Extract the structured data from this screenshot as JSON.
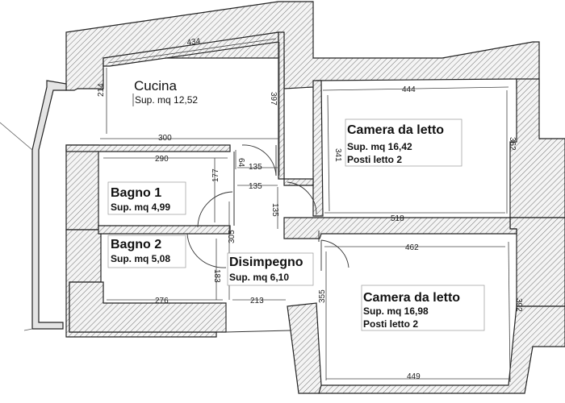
{
  "rooms": {
    "cucina": {
      "name": "Cucina",
      "area": "Sup. mq 12,52"
    },
    "camera1": {
      "name": "Camera da letto",
      "area": "Sup. mq 16,42",
      "beds": "Posti letto 2"
    },
    "bagno1": {
      "name": "Bagno 1",
      "area": "Sup. mq 4,99"
    },
    "bagno2": {
      "name": "Bagno 2",
      "area": "Sup. mq 5,08"
    },
    "disimpegno": {
      "name": "Disimpegno",
      "area": "Sup. mq 6,10"
    },
    "camera2": {
      "name": "Camera da letto",
      "area": "Sup. mq 16,98",
      "beds": "Posti letto 2"
    }
  },
  "dimensions": {
    "d434": "434",
    "d397": "397",
    "d214": "214",
    "d300": "300",
    "d444": "444",
    "d362": "362",
    "d341": "341",
    "d518": "518",
    "d290": "290",
    "d64": "64",
    "d135a": "135",
    "d135b": "135",
    "d135c": "135",
    "d177": "177",
    "d305": "305",
    "d183": "183",
    "d276": "276",
    "d213": "213",
    "d462": "462",
    "d355": "355",
    "d392": "392",
    "d449": "449"
  }
}
